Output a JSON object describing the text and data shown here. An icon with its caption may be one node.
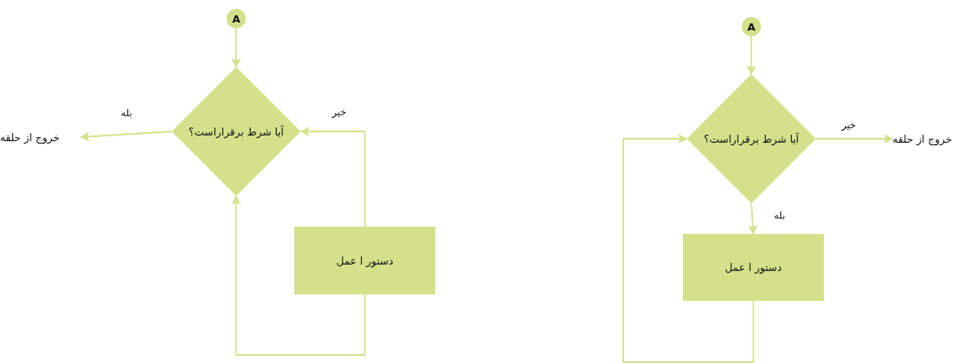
{
  "diagram": {
    "nodes": [
      {
        "text": [
          "A"
        ]
      },
      {
        "text": [
          "آیا شرط برقراراست؟"
        ]
      },
      {
        "text": [
          "دستور ا عمل"
        ]
      },
      {
        "text": [
          "خروج از حلقه"
        ]
      },
      {
        "text": [
          "A"
        ]
      },
      {
        "text": [
          "آیا شرط برقراراست؟"
        ]
      },
      {
        "text": [
          "دستور ا عمل"
        ]
      },
      {
        "text": [
          "خروج از حلقه"
        ]
      }
    ],
    "edges": [
      {
        "from": 0,
        "to": 1,
        "arrow": "to"
      },
      {
        "from": 1,
        "to": 3,
        "arrow": "to",
        "label": "بله"
      },
      {
        "from": 2,
        "to": 1,
        "arrow": "to",
        "label": "خیر"
      },
      {
        "from": 2,
        "to": 1,
        "arrow": "to"
      },
      {
        "from": 4,
        "to": 5,
        "arrow": "to"
      },
      {
        "from": 5,
        "to": 7,
        "arrow": "to",
        "label": "خیر"
      },
      {
        "from": 5,
        "to": 6,
        "arrow": "to",
        "label": "بله"
      },
      {
        "from": 6,
        "to": 5,
        "arrow": "to"
      }
    ]
  }
}
